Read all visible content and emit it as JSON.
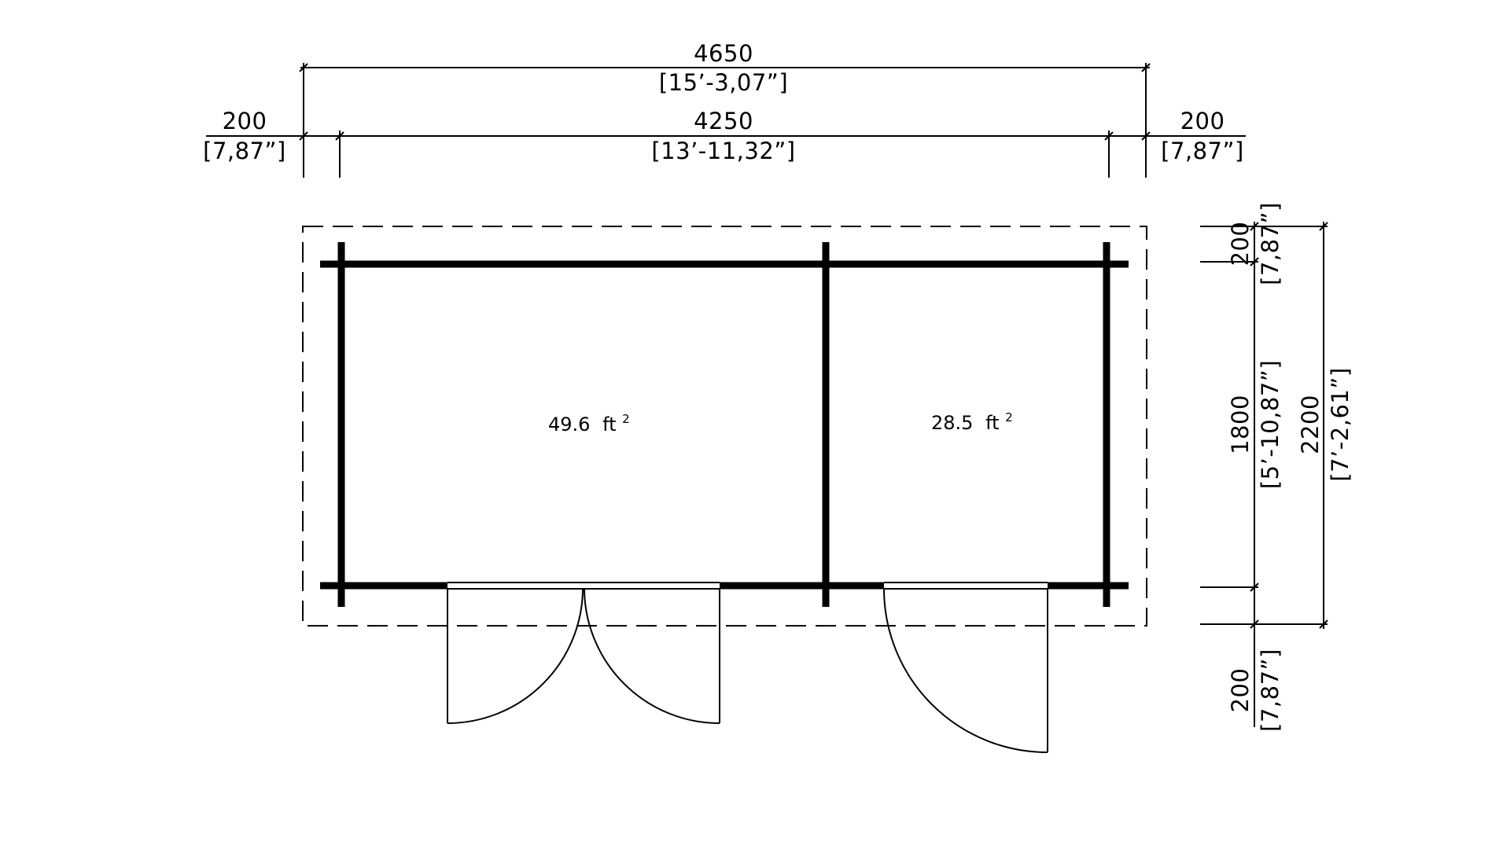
{
  "dimensions": {
    "overall_width": {
      "mm": "4650",
      "imperial": "[15’-3,07”]"
    },
    "inner_width": {
      "mm": "4250",
      "imperial": "[13’-11,32”]"
    },
    "left_overhang": {
      "mm": "200",
      "imperial": "[7,87”]"
    },
    "right_overhang": {
      "mm": "200",
      "imperial": "[7,87”]"
    },
    "top_overhang": {
      "mm": "200",
      "imperial": "[7,87”]"
    },
    "inner_depth": {
      "mm": "1800",
      "imperial": "[5’-10,87”]"
    },
    "overall_depth": {
      "mm": "2200",
      "imperial": "[7’-2,61”]"
    },
    "bottom_overhang": {
      "mm": "200",
      "imperial": "[7,87”]"
    }
  },
  "rooms": [
    {
      "area": "49.6",
      "unit": "ft",
      "exp": "2"
    },
    {
      "area": "28.5",
      "unit": "ft",
      "exp": "2"
    }
  ],
  "colors": {
    "line": "#000000",
    "background": "#ffffff"
  }
}
